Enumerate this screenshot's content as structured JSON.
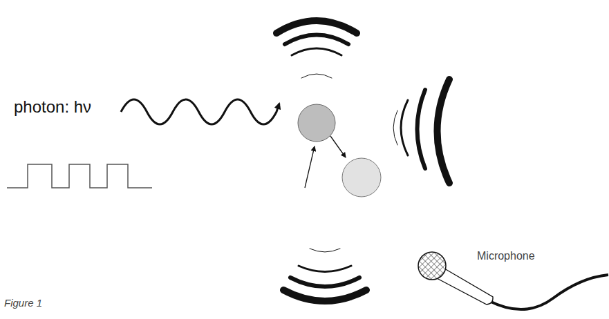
{
  "diagram": {
    "caption": "Figure 1",
    "labels": [
      "photon: hν",
      "Microphone"
    ]
  }
}
